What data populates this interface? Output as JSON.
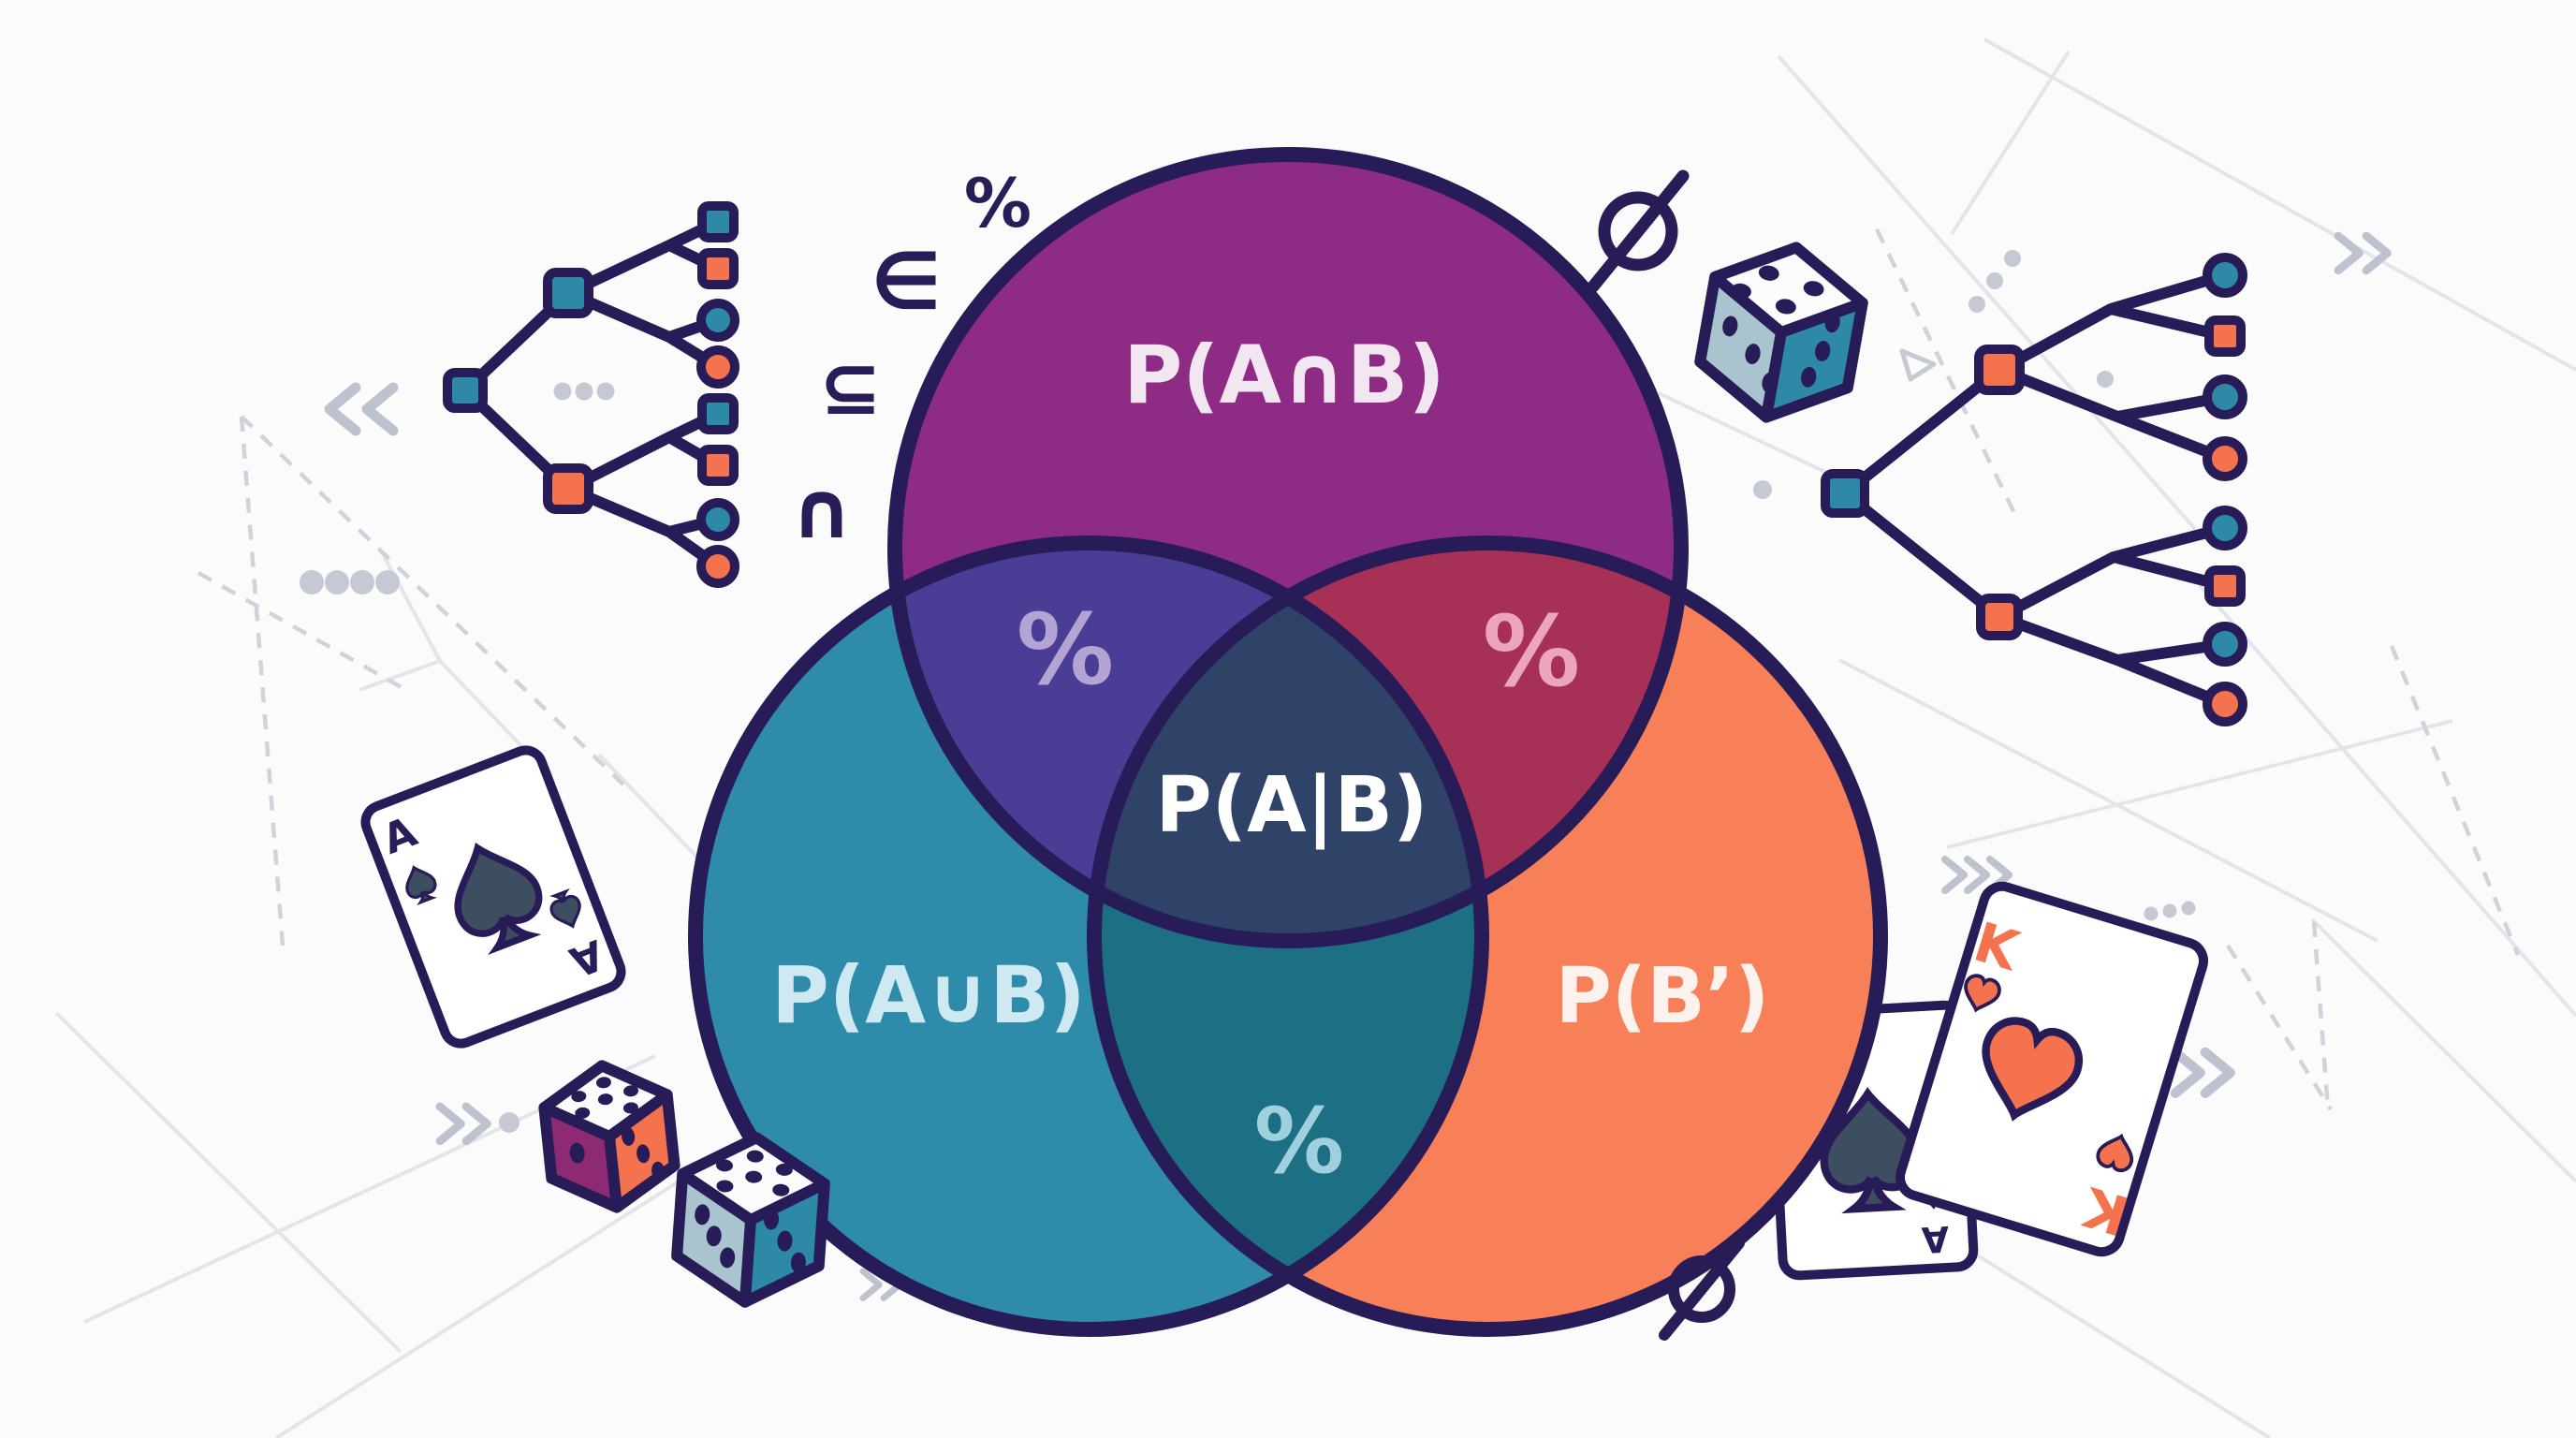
{
  "title": "Probability concepts illustration with three-circle Venn diagram",
  "venn": {
    "top_label": "P(A∩B)",
    "center_label": "P(A|B)",
    "left_label": "P(A∪B)",
    "right_label": "P(B’)",
    "overlap_top_left_label": "%",
    "overlap_top_right_label": "%",
    "overlap_bottom_label": "%"
  },
  "symbols": {
    "percent": "%",
    "element_of": "∈",
    "subset_of": "⊆",
    "intersection": "∩",
    "empty_set": "∅"
  },
  "cards": {
    "ace_rank": "A",
    "king_rank": "K"
  },
  "colors": {
    "background": "#fbfbfc",
    "outline": "#281c58",
    "circle_top": "#8e2b84",
    "circle_left": "#2e8caa",
    "circle_right": "#f88059",
    "overlap_top_left": "#4a3d96",
    "overlap_top_right": "#a63056",
    "overlap_bottom": "#1d7084",
    "overlap_center": "#2e4367",
    "label_top": "#f2e7f1",
    "label_left": "#cfe9f2",
    "label_right": "#fdf2ee",
    "label_center": "#ffffff",
    "percent_top_left": "#b3a4d4",
    "percent_top_right": "#eba6bd",
    "percent_bottom": "#9fd0de",
    "accent_teal": "#2e89a6",
    "accent_orange": "#f5724e",
    "accent_magenta": "#8e2a73",
    "spade": "#3e4e61",
    "dice_side_light": "#a9c4ce"
  }
}
